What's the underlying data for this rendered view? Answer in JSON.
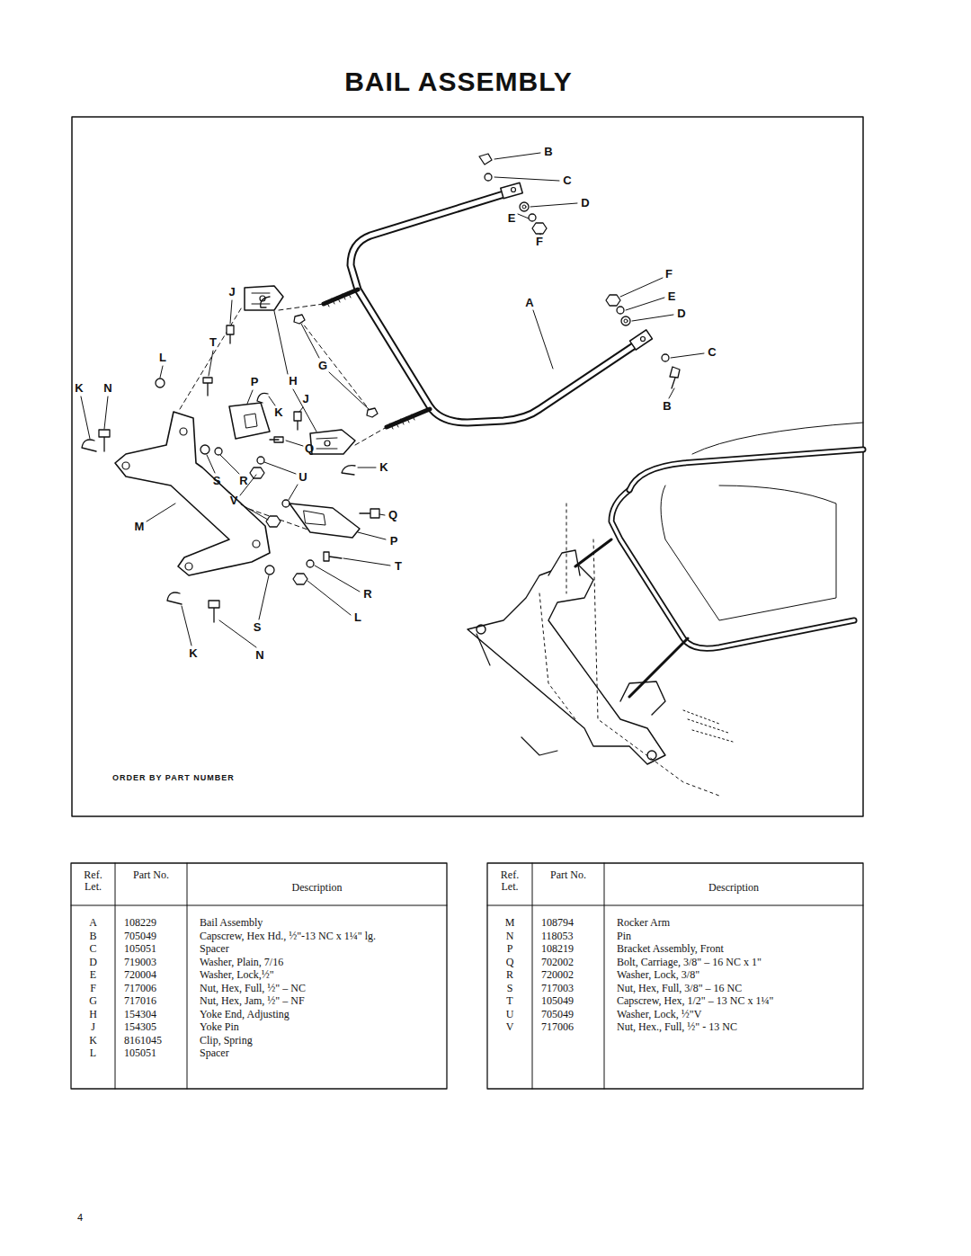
{
  "diagram": {
    "title": "BAIL ASSEMBLY",
    "labels": [
      "B",
      "C",
      "D",
      "E",
      "F",
      "F",
      "E",
      "D",
      "C",
      "B",
      "A",
      "J",
      "T",
      "L",
      "K",
      "N",
      "P",
      "H",
      "G",
      "J",
      "K",
      "Q",
      "R",
      "S",
      "U",
      "V",
      "K",
      "M",
      "Q",
      "P",
      "T",
      "R",
      "S",
      "L",
      "K",
      "N",
      "ORDER BY PART NUMBER",
      "Ref. Let.",
      "Part No.",
      "Description",
      "A",
      "108229",
      "Bail Assembly",
      "B",
      "705049",
      "Capscrew, Hex Hd., ½\"-13 NC x 1¼\" lg.",
      "C",
      "105051",
      "Spacer",
      "D",
      "719003",
      "Washer, Plain, 7/16",
      "E",
      "720004",
      "Washer, Lock,½\"",
      "F",
      "717006",
      "Nut, Hex, Full, ½\" – NC",
      "G",
      "717016",
      "Nut, Hex, Jam, ½\" – NF",
      "H",
      "154304",
      "Yoke End, Adjusting",
      "J",
      "154305",
      "Yoke Pin",
      "K",
      "8161045",
      "Clip, Spring",
      "L",
      "105051",
      "Spacer",
      "Ref. Let.",
      "Part No.",
      "Description",
      "M",
      "108794",
      "Rocker Arm",
      "N",
      "118053",
      "Pin",
      "P",
      "108219",
      "Bracket Assembly, Front",
      "Q",
      "702002",
      "Bolt, Carriage, 3/8\" – 16 NC x 1\"",
      "R",
      "720002",
      "Washer, Lock, 3/8\"",
      "S",
      "717003",
      "Nut, Hex, Full, 3/8\" – 16 NC",
      "T",
      "105049",
      "Capscrew, Hex, 1/2\" – 13 NC x 1¼\"",
      "U",
      "705049",
      "Washer, Lock, ½\"V",
      "V",
      "717006",
      "Nut, Hex., Full, ½\" - 13 NC",
      "4"
    ]
  }
}
